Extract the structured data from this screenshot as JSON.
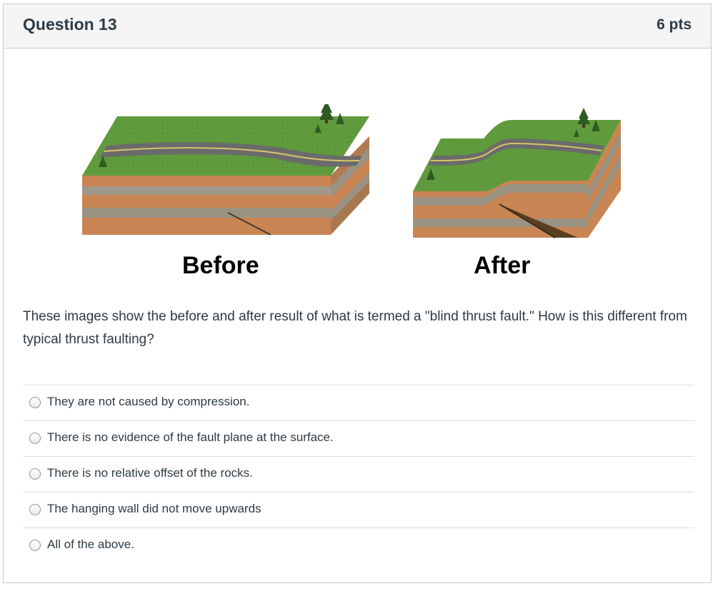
{
  "question": {
    "title": "Question 13",
    "points": "6 pts"
  },
  "figure": {
    "before_label": "Before",
    "after_label": "After"
  },
  "prompt": "These images show the before and after result of what is termed a \"blind thrust fault.\"  How is this different from typical thrust faulting?",
  "answers": [
    "They are not caused by compression.",
    "There is no evidence of the fault plane at the surface.",
    "There is no relative offset of the rocks.",
    "The hanging wall did not move upwards",
    "All of the above."
  ],
  "colors": {
    "grass": "#5f9a3c",
    "road": "#6b6b6b",
    "road_line": "#d8c46a",
    "rock_orange": "#c98553",
    "rock_grey": "#9c9484",
    "header_bg": "#f5f5f5"
  }
}
